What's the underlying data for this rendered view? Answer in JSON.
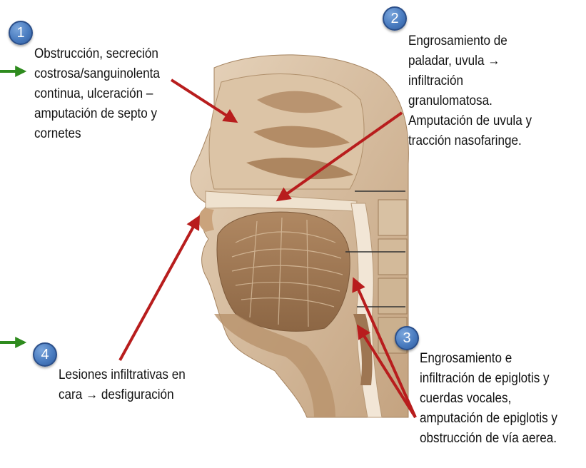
{
  "colors": {
    "arrow_red": "#b81d1d",
    "arrow_green": "#2e8b1e",
    "badge_blue": "#4a7cc0",
    "tissue": "#c9ad8c",
    "tissue_light": "#ead9c2",
    "tissue_dark": "#8f6a48"
  },
  "annotations": [
    {
      "number": "1",
      "lines": [
        "Obstrucción, secreción",
        "costrosa/sanguinolenta",
        "continua, ulceración –",
        "amputación de septo y",
        "cornetes"
      ]
    },
    {
      "number": "2",
      "lines": [
        "Engrosamiento de",
        "paladar, uvula →",
        "infiltración",
        "granulomatosa.",
        "Amputación de uvula y",
        "tracción nasofaringe."
      ]
    },
    {
      "number": "3",
      "lines": [
        "Engrosamiento e",
        "infiltración de epiglotis y",
        "cuerdas vocales,",
        "amputación de epiglotis y",
        "obstrucción de vía aerea."
      ]
    },
    {
      "number": "4",
      "lines": [
        "Lesiones infiltrativas en",
        "cara → desfiguración"
      ]
    }
  ]
}
